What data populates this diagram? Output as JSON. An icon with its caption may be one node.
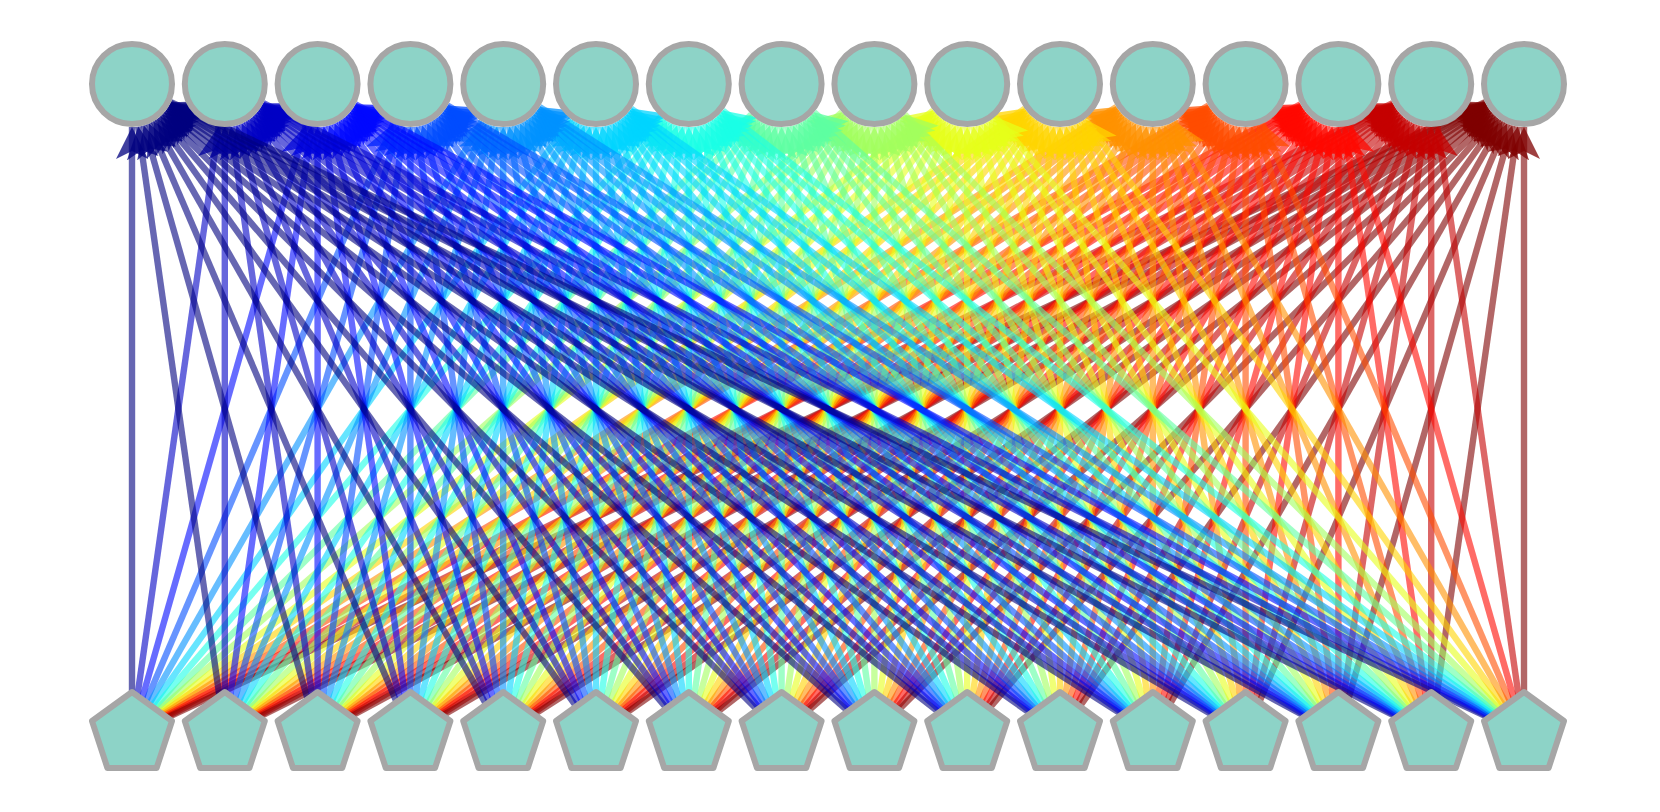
{
  "diagram": {
    "nodes": [
      {
        "text": [],
        "shape": "circle"
      },
      {
        "text": [],
        "shape": "circle"
      },
      {
        "text": [],
        "shape": "circle"
      },
      {
        "text": [],
        "shape": "circle"
      },
      {
        "text": [],
        "shape": "circle"
      },
      {
        "text": [],
        "shape": "circle"
      },
      {
        "text": [],
        "shape": "circle"
      },
      {
        "text": [],
        "shape": "circle"
      },
      {
        "text": [],
        "shape": "circle"
      },
      {
        "text": [],
        "shape": "circle"
      },
      {
        "text": [],
        "shape": "circle"
      },
      {
        "text": [],
        "shape": "circle"
      },
      {
        "text": [],
        "shape": "circle"
      },
      {
        "text": [],
        "shape": "circle"
      },
      {
        "text": [],
        "shape": "circle"
      },
      {
        "text": [],
        "shape": "circle"
      },
      {
        "text": [],
        "shape": "pentagon"
      },
      {
        "text": [],
        "shape": "pentagon"
      },
      {
        "text": [],
        "shape": "pentagon"
      },
      {
        "text": [],
        "shape": "pentagon"
      },
      {
        "text": [],
        "shape": "pentagon"
      },
      {
        "text": [],
        "shape": "pentagon"
      },
      {
        "text": [],
        "shape": "pentagon"
      },
      {
        "text": [],
        "shape": "pentagon"
      },
      {
        "text": [],
        "shape": "pentagon"
      },
      {
        "text": [],
        "shape": "pentagon"
      },
      {
        "text": [],
        "shape": "pentagon"
      },
      {
        "text": [],
        "shape": "pentagon"
      },
      {
        "text": [],
        "shape": "pentagon"
      },
      {
        "text": [],
        "shape": "pentagon"
      },
      {
        "text": [],
        "shape": "pentagon"
      },
      {
        "text": [],
        "shape": "pentagon"
      }
    ],
    "edges": [
      {
        "from": 16,
        "to": 0,
        "arrow": "to",
        "color": "#00007f"
      },
      {
        "from": 16,
        "to": 1,
        "arrow": "to",
        "color": "#0000c4"
      },
      {
        "from": 16,
        "to": 2,
        "arrow": "to",
        "color": "#0008ff"
      },
      {
        "from": 16,
        "to": 3,
        "arrow": "to",
        "color": "#004cff"
      },
      {
        "from": 16,
        "to": 4,
        "arrow": "to",
        "color": "#0091ff"
      },
      {
        "from": 16,
        "to": 5,
        "arrow": "to",
        "color": "#00d4ff"
      },
      {
        "from": 16,
        "to": 6,
        "arrow": "to",
        "color": "#1affe6"
      },
      {
        "from": 16,
        "to": 7,
        "arrow": "to",
        "color": "#5effa1"
      },
      {
        "from": 16,
        "to": 8,
        "arrow": "to",
        "color": "#a1ff5e"
      },
      {
        "from": 16,
        "to": 9,
        "arrow": "to",
        "color": "#e6ff1a"
      },
      {
        "from": 16,
        "to": 10,
        "arrow": "to",
        "color": "#ffd400"
      },
      {
        "from": 16,
        "to": 11,
        "arrow": "to",
        "color": "#ff9100"
      },
      {
        "from": 16,
        "to": 12,
        "arrow": "to",
        "color": "#ff4c00"
      },
      {
        "from": 16,
        "to": 13,
        "arrow": "to",
        "color": "#ff0800"
      },
      {
        "from": 16,
        "to": 14,
        "arrow": "to",
        "color": "#c40000"
      },
      {
        "from": 16,
        "to": 15,
        "arrow": "to",
        "color": "#7f0000"
      },
      {
        "from": 17,
        "to": 0,
        "arrow": "to",
        "color": "#00007f"
      },
      {
        "from": 17,
        "to": 1,
        "arrow": "to",
        "color": "#0000c4"
      },
      {
        "from": 17,
        "to": 2,
        "arrow": "to",
        "color": "#0008ff"
      },
      {
        "from": 17,
        "to": 3,
        "arrow": "to",
        "color": "#004cff"
      },
      {
        "from": 17,
        "to": 4,
        "arrow": "to",
        "color": "#0091ff"
      },
      {
        "from": 17,
        "to": 5,
        "arrow": "to",
        "color": "#00d4ff"
      },
      {
        "from": 17,
        "to": 6,
        "arrow": "to",
        "color": "#1affe6"
      },
      {
        "from": 17,
        "to": 7,
        "arrow": "to",
        "color": "#5effa1"
      },
      {
        "from": 17,
        "to": 8,
        "arrow": "to",
        "color": "#a1ff5e"
      },
      {
        "from": 17,
        "to": 9,
        "arrow": "to",
        "color": "#e6ff1a"
      },
      {
        "from": 17,
        "to": 10,
        "arrow": "to",
        "color": "#ffd400"
      },
      {
        "from": 17,
        "to": 11,
        "arrow": "to",
        "color": "#ff9100"
      },
      {
        "from": 17,
        "to": 12,
        "arrow": "to",
        "color": "#ff4c00"
      },
      {
        "from": 17,
        "to": 13,
        "arrow": "to",
        "color": "#ff0800"
      },
      {
        "from": 17,
        "to": 14,
        "arrow": "to",
        "color": "#c40000"
      },
      {
        "from": 17,
        "to": 15,
        "arrow": "to",
        "color": "#7f0000"
      },
      {
        "from": 18,
        "to": 0,
        "arrow": "to",
        "color": "#00007f"
      },
      {
        "from": 18,
        "to": 1,
        "arrow": "to",
        "color": "#0000c4"
      },
      {
        "from": 18,
        "to": 2,
        "arrow": "to",
        "color": "#0008ff"
      },
      {
        "from": 18,
        "to": 3,
        "arrow": "to",
        "color": "#004cff"
      },
      {
        "from": 18,
        "to": 4,
        "arrow": "to",
        "color": "#0091ff"
      },
      {
        "from": 18,
        "to": 5,
        "arrow": "to",
        "color": "#00d4ff"
      },
      {
        "from": 18,
        "to": 6,
        "arrow": "to",
        "color": "#1affe6"
      },
      {
        "from": 18,
        "to": 7,
        "arrow": "to",
        "color": "#5effa1"
      },
      {
        "from": 18,
        "to": 8,
        "arrow": "to",
        "color": "#a1ff5e"
      },
      {
        "from": 18,
        "to": 9,
        "arrow": "to",
        "color": "#e6ff1a"
      },
      {
        "from": 18,
        "to": 10,
        "arrow": "to",
        "color": "#ffd400"
      },
      {
        "from": 18,
        "to": 11,
        "arrow": "to",
        "color": "#ff9100"
      },
      {
        "from": 18,
        "to": 12,
        "arrow": "to",
        "color": "#ff4c00"
      },
      {
        "from": 18,
        "to": 13,
        "arrow": "to",
        "color": "#ff0800"
      },
      {
        "from": 18,
        "to": 14,
        "arrow": "to",
        "color": "#c40000"
      },
      {
        "from": 18,
        "to": 15,
        "arrow": "to",
        "color": "#7f0000"
      },
      {
        "from": 19,
        "to": 0,
        "arrow": "to",
        "color": "#00007f"
      },
      {
        "from": 19,
        "to": 1,
        "arrow": "to",
        "color": "#0000c4"
      },
      {
        "from": 19,
        "to": 2,
        "arrow": "to",
        "color": "#0008ff"
      },
      {
        "from": 19,
        "to": 3,
        "arrow": "to",
        "color": "#004cff"
      },
      {
        "from": 19,
        "to": 4,
        "arrow": "to",
        "color": "#0091ff"
      },
      {
        "from": 19,
        "to": 5,
        "arrow": "to",
        "color": "#00d4ff"
      },
      {
        "from": 19,
        "to": 6,
        "arrow": "to",
        "color": "#1affe6"
      },
      {
        "from": 19,
        "to": 7,
        "arrow": "to",
        "color": "#5effa1"
      },
      {
        "from": 19,
        "to": 8,
        "arrow": "to",
        "color": "#a1ff5e"
      },
      {
        "from": 19,
        "to": 9,
        "arrow": "to",
        "color": "#e6ff1a"
      },
      {
        "from": 19,
        "to": 10,
        "arrow": "to",
        "color": "#ffd400"
      },
      {
        "from": 19,
        "to": 11,
        "arrow": "to",
        "color": "#ff9100"
      },
      {
        "from": 19,
        "to": 12,
        "arrow": "to",
        "color": "#ff4c00"
      },
      {
        "from": 19,
        "to": 13,
        "arrow": "to",
        "color": "#ff0800"
      },
      {
        "from": 19,
        "to": 14,
        "arrow": "to",
        "color": "#c40000"
      },
      {
        "from": 19,
        "to": 15,
        "arrow": "to",
        "color": "#7f0000"
      },
      {
        "from": 20,
        "to": 0,
        "arrow": "to",
        "color": "#00007f"
      },
      {
        "from": 20,
        "to": 1,
        "arrow": "to",
        "color": "#0000c4"
      },
      {
        "from": 20,
        "to": 2,
        "arrow": "to",
        "color": "#0008ff"
      },
      {
        "from": 20,
        "to": 3,
        "arrow": "to",
        "color": "#004cff"
      },
      {
        "from": 20,
        "to": 4,
        "arrow": "to",
        "color": "#0091ff"
      },
      {
        "from": 20,
        "to": 5,
        "arrow": "to",
        "color": "#00d4ff"
      },
      {
        "from": 20,
        "to": 6,
        "arrow": "to",
        "color": "#1affe6"
      },
      {
        "from": 20,
        "to": 7,
        "arrow": "to",
        "color": "#5effa1"
      },
      {
        "from": 20,
        "to": 8,
        "arrow": "to",
        "color": "#a1ff5e"
      },
      {
        "from": 20,
        "to": 9,
        "arrow": "to",
        "color": "#e6ff1a"
      },
      {
        "from": 20,
        "to": 10,
        "arrow": "to",
        "color": "#ffd400"
      },
      {
        "from": 20,
        "to": 11,
        "arrow": "to",
        "color": "#ff9100"
      },
      {
        "from": 20,
        "to": 12,
        "arrow": "to",
        "color": "#ff4c00"
      },
      {
        "from": 20,
        "to": 13,
        "arrow": "to",
        "color": "#ff0800"
      },
      {
        "from": 20,
        "to": 14,
        "arrow": "to",
        "color": "#c40000"
      },
      {
        "from": 20,
        "to": 15,
        "arrow": "to",
        "color": "#7f0000"
      },
      {
        "from": 21,
        "to": 0,
        "arrow": "to",
        "color": "#00007f"
      },
      {
        "from": 21,
        "to": 1,
        "arrow": "to",
        "color": "#0000c4"
      },
      {
        "from": 21,
        "to": 2,
        "arrow": "to",
        "color": "#0008ff"
      },
      {
        "from": 21,
        "to": 3,
        "arrow": "to",
        "color": "#004cff"
      },
      {
        "from": 21,
        "to": 4,
        "arrow": "to",
        "color": "#0091ff"
      },
      {
        "from": 21,
        "to": 5,
        "arrow": "to",
        "color": "#00d4ff"
      },
      {
        "from": 21,
        "to": 6,
        "arrow": "to",
        "color": "#1affe6"
      },
      {
        "from": 21,
        "to": 7,
        "arrow": "to",
        "color": "#5effa1"
      },
      {
        "from": 21,
        "to": 8,
        "arrow": "to",
        "color": "#a1ff5e"
      },
      {
        "from": 21,
        "to": 9,
        "arrow": "to",
        "color": "#e6ff1a"
      },
      {
        "from": 21,
        "to": 10,
        "arrow": "to",
        "color": "#ffd400"
      },
      {
        "from": 21,
        "to": 11,
        "arrow": "to",
        "color": "#ff9100"
      },
      {
        "from": 21,
        "to": 12,
        "arrow": "to",
        "color": "#ff4c00"
      },
      {
        "from": 21,
        "to": 13,
        "arrow": "to",
        "color": "#ff0800"
      },
      {
        "from": 21,
        "to": 14,
        "arrow": "to",
        "color": "#c40000"
      },
      {
        "from": 21,
        "to": 15,
        "arrow": "to",
        "color": "#7f0000"
      },
      {
        "from": 22,
        "to": 0,
        "arrow": "to",
        "color": "#00007f"
      },
      {
        "from": 22,
        "to": 1,
        "arrow": "to",
        "color": "#0000c4"
      },
      {
        "from": 22,
        "to": 2,
        "arrow": "to",
        "color": "#0008ff"
      },
      {
        "from": 22,
        "to": 3,
        "arrow": "to",
        "color": "#004cff"
      },
      {
        "from": 22,
        "to": 4,
        "arrow": "to",
        "color": "#0091ff"
      },
      {
        "from": 22,
        "to": 5,
        "arrow": "to",
        "color": "#00d4ff"
      },
      {
        "from": 22,
        "to": 6,
        "arrow": "to",
        "color": "#1affe6"
      },
      {
        "from": 22,
        "to": 7,
        "arrow": "to",
        "color": "#5effa1"
      },
      {
        "from": 22,
        "to": 8,
        "arrow": "to",
        "color": "#a1ff5e"
      },
      {
        "from": 22,
        "to": 9,
        "arrow": "to",
        "color": "#e6ff1a"
      },
      {
        "from": 22,
        "to": 10,
        "arrow": "to",
        "color": "#ffd400"
      },
      {
        "from": 22,
        "to": 11,
        "arrow": "to",
        "color": "#ff9100"
      },
      {
        "from": 22,
        "to": 12,
        "arrow": "to",
        "color": "#ff4c00"
      },
      {
        "from": 22,
        "to": 13,
        "arrow": "to",
        "color": "#ff0800"
      },
      {
        "from": 22,
        "to": 14,
        "arrow": "to",
        "color": "#c40000"
      },
      {
        "from": 22,
        "to": 15,
        "arrow": "to",
        "color": "#7f0000"
      },
      {
        "from": 23,
        "to": 0,
        "arrow": "to",
        "color": "#00007f"
      },
      {
        "from": 23,
        "to": 1,
        "arrow": "to",
        "color": "#0000c4"
      },
      {
        "from": 23,
        "to": 2,
        "arrow": "to",
        "color": "#0008ff"
      },
      {
        "from": 23,
        "to": 3,
        "arrow": "to",
        "color": "#004cff"
      },
      {
        "from": 23,
        "to": 4,
        "arrow": "to",
        "color": "#0091ff"
      },
      {
        "from": 23,
        "to": 5,
        "arrow": "to",
        "color": "#00d4ff"
      },
      {
        "from": 23,
        "to": 6,
        "arrow": "to",
        "color": "#1affe6"
      },
      {
        "from": 23,
        "to": 7,
        "arrow": "to",
        "color": "#5effa1"
      },
      {
        "from": 23,
        "to": 8,
        "arrow": "to",
        "color": "#a1ff5e"
      },
      {
        "from": 23,
        "to": 9,
        "arrow": "to",
        "color": "#e6ff1a"
      },
      {
        "from": 23,
        "to": 10,
        "arrow": "to",
        "color": "#ffd400"
      },
      {
        "from": 23,
        "to": 11,
        "arrow": "to",
        "color": "#ff9100"
      },
      {
        "from": 23,
        "to": 12,
        "arrow": "to",
        "color": "#ff4c00"
      },
      {
        "from": 23,
        "to": 13,
        "arrow": "to",
        "color": "#ff0800"
      },
      {
        "from": 23,
        "to": 14,
        "arrow": "to",
        "color": "#c40000"
      },
      {
        "from": 23,
        "to": 15,
        "arrow": "to",
        "color": "#7f0000"
      },
      {
        "from": 24,
        "to": 0,
        "arrow": "to",
        "color": "#00007f"
      },
      {
        "from": 24,
        "to": 1,
        "arrow": "to",
        "color": "#0000c4"
      },
      {
        "from": 24,
        "to": 2,
        "arrow": "to",
        "color": "#0008ff"
      },
      {
        "from": 24,
        "to": 3,
        "arrow": "to",
        "color": "#004cff"
      },
      {
        "from": 24,
        "to": 4,
        "arrow": "to",
        "color": "#0091ff"
      },
      {
        "from": 24,
        "to": 5,
        "arrow": "to",
        "color": "#00d4ff"
      },
      {
        "from": 24,
        "to": 6,
        "arrow": "to",
        "color": "#1affe6"
      },
      {
        "from": 24,
        "to": 7,
        "arrow": "to",
        "color": "#5effa1"
      },
      {
        "from": 24,
        "to": 8,
        "arrow": "to",
        "color": "#a1ff5e"
      },
      {
        "from": 24,
        "to": 9,
        "arrow": "to",
        "color": "#e6ff1a"
      },
      {
        "from": 24,
        "to": 10,
        "arrow": "to",
        "color": "#ffd400"
      },
      {
        "from": 24,
        "to": 11,
        "arrow": "to",
        "color": "#ff9100"
      },
      {
        "from": 24,
        "to": 12,
        "arrow": "to",
        "color": "#ff4c00"
      },
      {
        "from": 24,
        "to": 13,
        "arrow": "to",
        "color": "#ff0800"
      },
      {
        "from": 24,
        "to": 14,
        "arrow": "to",
        "color": "#c40000"
      },
      {
        "from": 24,
        "to": 15,
        "arrow": "to",
        "color": "#7f0000"
      },
      {
        "from": 25,
        "to": 0,
        "arrow": "to",
        "color": "#00007f"
      },
      {
        "from": 25,
        "to": 1,
        "arrow": "to",
        "color": "#0000c4"
      },
      {
        "from": 25,
        "to": 2,
        "arrow": "to",
        "color": "#0008ff"
      },
      {
        "from": 25,
        "to": 3,
        "arrow": "to",
        "color": "#004cff"
      },
      {
        "from": 25,
        "to": 4,
        "arrow": "to",
        "color": "#0091ff"
      },
      {
        "from": 25,
        "to": 5,
        "arrow": "to",
        "color": "#00d4ff"
      },
      {
        "from": 25,
        "to": 6,
        "arrow": "to",
        "color": "#1affe6"
      },
      {
        "from": 25,
        "to": 7,
        "arrow": "to",
        "color": "#5effa1"
      },
      {
        "from": 25,
        "to": 8,
        "arrow": "to",
        "color": "#a1ff5e"
      },
      {
        "from": 25,
        "to": 9,
        "arrow": "to",
        "color": "#e6ff1a"
      },
      {
        "from": 25,
        "to": 10,
        "arrow": "to",
        "color": "#ffd400"
      },
      {
        "from": 25,
        "to": 11,
        "arrow": "to",
        "color": "#ff9100"
      },
      {
        "from": 25,
        "to": 12,
        "arrow": "to",
        "color": "#ff4c00"
      },
      {
        "from": 25,
        "to": 13,
        "arrow": "to",
        "color": "#ff0800"
      },
      {
        "from": 25,
        "to": 14,
        "arrow": "to",
        "color": "#c40000"
      },
      {
        "from": 25,
        "to": 15,
        "arrow": "to",
        "color": "#7f0000"
      },
      {
        "from": 26,
        "to": 0,
        "arrow": "to",
        "color": "#00007f"
      },
      {
        "from": 26,
        "to": 1,
        "arrow": "to",
        "color": "#0000c4"
      },
      {
        "from": 26,
        "to": 2,
        "arrow": "to",
        "color": "#0008ff"
      },
      {
        "from": 26,
        "to": 3,
        "arrow": "to",
        "color": "#004cff"
      },
      {
        "from": 26,
        "to": 4,
        "arrow": "to",
        "color": "#0091ff"
      },
      {
        "from": 26,
        "to": 5,
        "arrow": "to",
        "color": "#00d4ff"
      },
      {
        "from": 26,
        "to": 6,
        "arrow": "to",
        "color": "#1affe6"
      },
      {
        "from": 26,
        "to": 7,
        "arrow": "to",
        "color": "#5effa1"
      },
      {
        "from": 26,
        "to": 8,
        "arrow": "to",
        "color": "#a1ff5e"
      },
      {
        "from": 26,
        "to": 9,
        "arrow": "to",
        "color": "#e6ff1a"
      },
      {
        "from": 26,
        "to": 10,
        "arrow": "to",
        "color": "#ffd400"
      },
      {
        "from": 26,
        "to": 11,
        "arrow": "to",
        "color": "#ff9100"
      },
      {
        "from": 26,
        "to": 12,
        "arrow": "to",
        "color": "#ff4c00"
      },
      {
        "from": 26,
        "to": 13,
        "arrow": "to",
        "color": "#ff0800"
      },
      {
        "from": 26,
        "to": 14,
        "arrow": "to",
        "color": "#c40000"
      },
      {
        "from": 26,
        "to": 15,
        "arrow": "to",
        "color": "#7f0000"
      },
      {
        "from": 27,
        "to": 0,
        "arrow": "to",
        "color": "#00007f"
      },
      {
        "from": 27,
        "to": 1,
        "arrow": "to",
        "color": "#0000c4"
      },
      {
        "from": 27,
        "to": 2,
        "arrow": "to",
        "color": "#0008ff"
      },
      {
        "from": 27,
        "to": 3,
        "arrow": "to",
        "color": "#004cff"
      },
      {
        "from": 27,
        "to": 4,
        "arrow": "to",
        "color": "#0091ff"
      },
      {
        "from": 27,
        "to": 5,
        "arrow": "to",
        "color": "#00d4ff"
      },
      {
        "from": 27,
        "to": 6,
        "arrow": "to",
        "color": "#1affe6"
      },
      {
        "from": 27,
        "to": 7,
        "arrow": "to",
        "color": "#5effa1"
      },
      {
        "from": 27,
        "to": 8,
        "arrow": "to",
        "color": "#a1ff5e"
      },
      {
        "from": 27,
        "to": 9,
        "arrow": "to",
        "color": "#e6ff1a"
      },
      {
        "from": 27,
        "to": 10,
        "arrow": "to",
        "color": "#ffd400"
      },
      {
        "from": 27,
        "to": 11,
        "arrow": "to",
        "color": "#ff9100"
      },
      {
        "from": 27,
        "to": 12,
        "arrow": "to",
        "color": "#ff4c00"
      },
      {
        "from": 27,
        "to": 13,
        "arrow": "to",
        "color": "#ff0800"
      },
      {
        "from": 27,
        "to": 14,
        "arrow": "to",
        "color": "#c40000"
      },
      {
        "from": 27,
        "to": 15,
        "arrow": "to",
        "color": "#7f0000"
      },
      {
        "from": 28,
        "to": 0,
        "arrow": "to",
        "color": "#00007f"
      },
      {
        "from": 28,
        "to": 1,
        "arrow": "to",
        "color": "#0000c4"
      },
      {
        "from": 28,
        "to": 2,
        "arrow": "to",
        "color": "#0008ff"
      },
      {
        "from": 28,
        "to": 3,
        "arrow": "to",
        "color": "#004cff"
      },
      {
        "from": 28,
        "to": 4,
        "arrow": "to",
        "color": "#0091ff"
      },
      {
        "from": 28,
        "to": 5,
        "arrow": "to",
        "color": "#00d4ff"
      },
      {
        "from": 28,
        "to": 6,
        "arrow": "to",
        "color": "#1affe6"
      },
      {
        "from": 28,
        "to": 7,
        "arrow": "to",
        "color": "#5effa1"
      },
      {
        "from": 28,
        "to": 8,
        "arrow": "to",
        "color": "#a1ff5e"
      },
      {
        "from": 28,
        "to": 9,
        "arrow": "to",
        "color": "#e6ff1a"
      },
      {
        "from": 28,
        "to": 10,
        "arrow": "to",
        "color": "#ffd400"
      },
      {
        "from": 28,
        "to": 11,
        "arrow": "to",
        "color": "#ff9100"
      },
      {
        "from": 28,
        "to": 12,
        "arrow": "to",
        "color": "#ff4c00"
      },
      {
        "from": 28,
        "to": 13,
        "arrow": "to",
        "color": "#ff0800"
      },
      {
        "from": 28,
        "to": 14,
        "arrow": "to",
        "color": "#c40000"
      },
      {
        "from": 28,
        "to": 15,
        "arrow": "to",
        "color": "#7f0000"
      },
      {
        "from": 29,
        "to": 0,
        "arrow": "to",
        "color": "#00007f"
      },
      {
        "from": 29,
        "to": 1,
        "arrow": "to",
        "color": "#0000c4"
      },
      {
        "from": 29,
        "to": 2,
        "arrow": "to",
        "color": "#0008ff"
      },
      {
        "from": 29,
        "to": 3,
        "arrow": "to",
        "color": "#004cff"
      },
      {
        "from": 29,
        "to": 4,
        "arrow": "to",
        "color": "#0091ff"
      },
      {
        "from": 29,
        "to": 5,
        "arrow": "to",
        "color": "#00d4ff"
      },
      {
        "from": 29,
        "to": 6,
        "arrow": "to",
        "color": "#1affe6"
      },
      {
        "from": 29,
        "to": 7,
        "arrow": "to",
        "color": "#5effa1"
      },
      {
        "from": 29,
        "to": 8,
        "arrow": "to",
        "color": "#a1ff5e"
      },
      {
        "from": 29,
        "to": 9,
        "arrow": "to",
        "color": "#e6ff1a"
      },
      {
        "from": 29,
        "to": 10,
        "arrow": "to",
        "color": "#ffd400"
      },
      {
        "from": 29,
        "to": 11,
        "arrow": "to",
        "color": "#ff9100"
      },
      {
        "from": 29,
        "to": 12,
        "arrow": "to",
        "color": "#ff4c00"
      },
      {
        "from": 29,
        "to": 13,
        "arrow": "to",
        "color": "#ff0800"
      },
      {
        "from": 29,
        "to": 14,
        "arrow": "to",
        "color": "#c40000"
      },
      {
        "from": 29,
        "to": 15,
        "arrow": "to",
        "color": "#7f0000"
      },
      {
        "from": 30,
        "to": 0,
        "arrow": "to",
        "color": "#00007f"
      },
      {
        "from": 30,
        "to": 1,
        "arrow": "to",
        "color": "#0000c4"
      },
      {
        "from": 30,
        "to": 2,
        "arrow": "to",
        "color": "#0008ff"
      },
      {
        "from": 30,
        "to": 3,
        "arrow": "to",
        "color": "#004cff"
      },
      {
        "from": 30,
        "to": 4,
        "arrow": "to",
        "color": "#0091ff"
      },
      {
        "from": 30,
        "to": 5,
        "arrow": "to",
        "color": "#00d4ff"
      },
      {
        "from": 30,
        "to": 6,
        "arrow": "to",
        "color": "#1affe6"
      },
      {
        "from": 30,
        "to": 7,
        "arrow": "to",
        "color": "#5effa1"
      },
      {
        "from": 30,
        "to": 8,
        "arrow": "to",
        "color": "#a1ff5e"
      },
      {
        "from": 30,
        "to": 9,
        "arrow": "to",
        "color": "#e6ff1a"
      },
      {
        "from": 30,
        "to": 10,
        "arrow": "to",
        "color": "#ffd400"
      },
      {
        "from": 30,
        "to": 11,
        "arrow": "to",
        "color": "#ff9100"
      },
      {
        "from": 30,
        "to": 12,
        "arrow": "to",
        "color": "#ff4c00"
      },
      {
        "from": 30,
        "to": 13,
        "arrow": "to",
        "color": "#ff0800"
      },
      {
        "from": 30,
        "to": 14,
        "arrow": "to",
        "color": "#c40000"
      },
      {
        "from": 30,
        "to": 15,
        "arrow": "to",
        "color": "#7f0000"
      },
      {
        "from": 31,
        "to": 0,
        "arrow": "to",
        "color": "#00007f"
      },
      {
        "from": 31,
        "to": 1,
        "arrow": "to",
        "color": "#0000c4"
      },
      {
        "from": 31,
        "to": 2,
        "arrow": "to",
        "color": "#0008ff"
      },
      {
        "from": 31,
        "to": 3,
        "arrow": "to",
        "color": "#004cff"
      },
      {
        "from": 31,
        "to": 4,
        "arrow": "to",
        "color": "#0091ff"
      },
      {
        "from": 31,
        "to": 5,
        "arrow": "to",
        "color": "#00d4ff"
      },
      {
        "from": 31,
        "to": 6,
        "arrow": "to",
        "color": "#1affe6"
      },
      {
        "from": 31,
        "to": 7,
        "arrow": "to",
        "color": "#5effa1"
      },
      {
        "from": 31,
        "to": 8,
        "arrow": "to",
        "color": "#a1ff5e"
      },
      {
        "from": 31,
        "to": 9,
        "arrow": "to",
        "color": "#e6ff1a"
      },
      {
        "from": 31,
        "to": 10,
        "arrow": "to",
        "color": "#ffd400"
      },
      {
        "from": 31,
        "to": 11,
        "arrow": "to",
        "color": "#ff9100"
      },
      {
        "from": 31,
        "to": 12,
        "arrow": "to",
        "color": "#ff4c00"
      },
      {
        "from": 31,
        "to": 13,
        "arrow": "to",
        "color": "#ff0800"
      },
      {
        "from": 31,
        "to": 14,
        "arrow": "to",
        "color": "#c40000"
      },
      {
        "from": 31,
        "to": 15,
        "arrow": "to",
        "color": "#7f0000"
      }
    ]
  }
}
